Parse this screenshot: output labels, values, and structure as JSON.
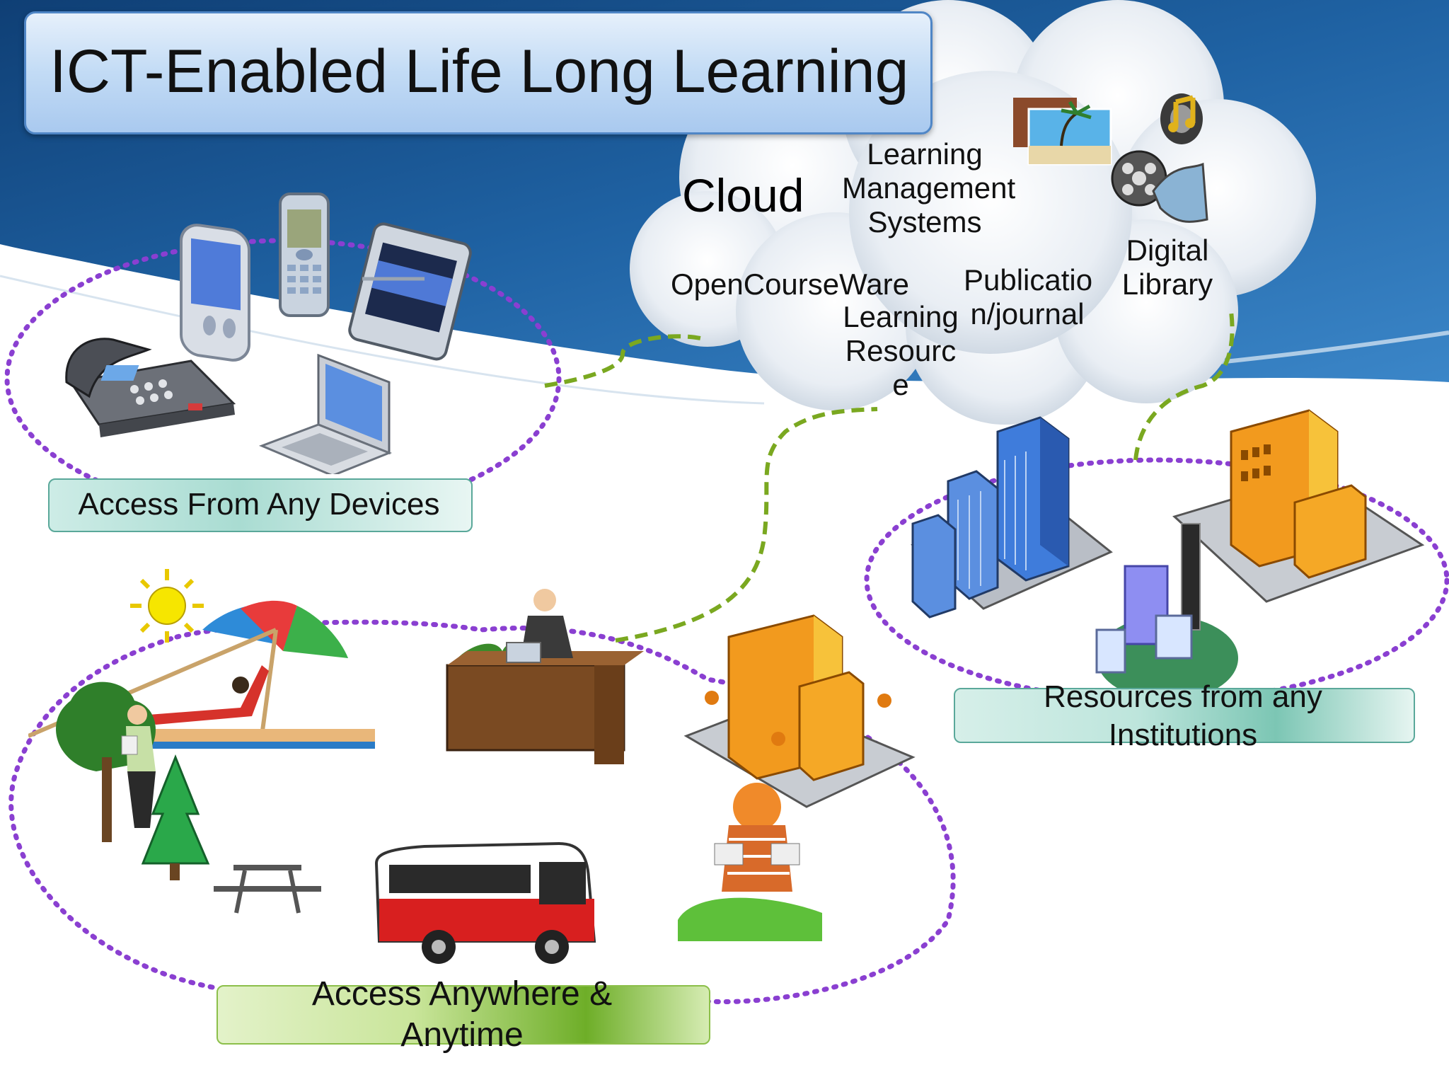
{
  "title": "ICT-Enabled Life Long Learning",
  "cloud": {
    "heading": "Cloud",
    "lms": [
      "Learning",
      "Management",
      "Systems"
    ],
    "ocw": "OpenCourseWare",
    "learning_resource": [
      "Learning",
      "Resourc",
      "e"
    ],
    "publication": [
      "Publicatio",
      "n/journal"
    ],
    "digital_library": [
      "Digital",
      "Library"
    ]
  },
  "captions": {
    "devices": "Access From Any Devices",
    "institutions": [
      "Resources from any",
      "Institutions"
    ],
    "anywhere": [
      "Access Anywhere &",
      "Anytime"
    ]
  },
  "colors": {
    "dotted_ellipse": "#8a3fd1",
    "dashed_link": "#7aa820",
    "banner_blue": "#1d5a96",
    "title_border": "#4f86c6"
  },
  "icons": [
    "pda-icon",
    "mobile-phone-icon",
    "tablet-icon",
    "desk-phone-icon",
    "laptop-icon",
    "photos-icon",
    "music-icon",
    "film-reel-icon",
    "office-towers-icon",
    "campus-icon",
    "sun-icon",
    "beach-umbrella-icon",
    "office-desk-icon",
    "person-reading-icon",
    "tree-icon",
    "picnic-table-icon",
    "bus-icon",
    "child-reading-icon"
  ]
}
